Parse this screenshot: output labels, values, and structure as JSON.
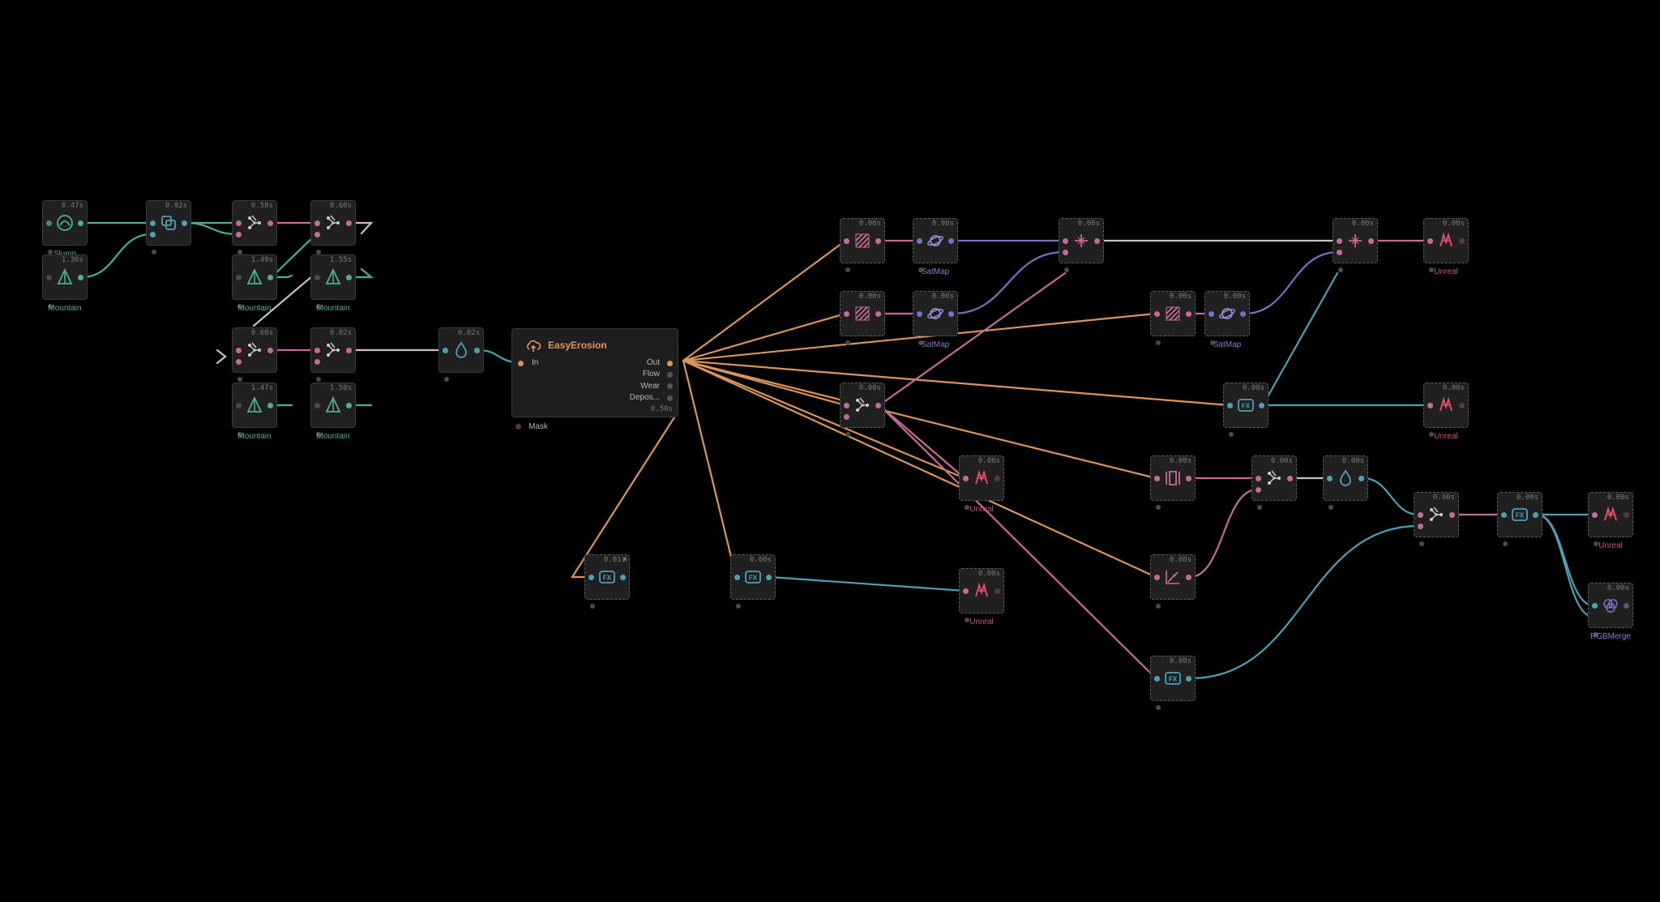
{
  "colors": {
    "background": "#000000",
    "green_wire": "#4fb08a",
    "pink_wire": "#c86a98",
    "orange_wire": "#d9955a",
    "blue_wire": "#4f9fb8",
    "purple_wire": "#7f6fc0",
    "white_wire": "#c9c0c4",
    "label_green": "#4fb08a",
    "label_purple": "#8a7ad0",
    "label_red": "#d0506a",
    "erosion_title": "#d89860"
  },
  "nodes": [
    {
      "id": "n1",
      "type": "slump",
      "icon": "slump-icon",
      "time": "0.47s",
      "label": "Slump",
      "label_color": "green"
    },
    {
      "id": "n2",
      "type": "mountain",
      "icon": "mountain-icon",
      "time": "1.36s",
      "label": "Mountain",
      "label_color": "green"
    },
    {
      "id": "n3",
      "type": "combine",
      "icon": "combine-icon",
      "time": "0.02s",
      "label": ""
    },
    {
      "id": "n4",
      "type": "graph",
      "icon": "graph-icon",
      "time": "0.58s",
      "label": ""
    },
    {
      "id": "n5",
      "type": "graph",
      "icon": "graph-icon",
      "time": "0.60s",
      "label": ""
    },
    {
      "id": "n6",
      "type": "mountain",
      "icon": "mountain-icon",
      "time": "1.49s",
      "label": "Mountain",
      "label_color": "green"
    },
    {
      "id": "n7",
      "type": "mountain",
      "icon": "mountain-icon",
      "time": "1.55s",
      "label": "Mountain",
      "label_color": "green"
    },
    {
      "id": "n8",
      "type": "graph",
      "icon": "graph-icon",
      "time": "0.60s",
      "label": ""
    },
    {
      "id": "n9",
      "type": "graph",
      "icon": "graph-icon",
      "time": "0.02s",
      "label": ""
    },
    {
      "id": "n10",
      "type": "mountain",
      "icon": "mountain-icon",
      "time": "1.47s",
      "label": "Mountain",
      "label_color": "green"
    },
    {
      "id": "n11",
      "type": "mountain",
      "icon": "mountain-icon",
      "time": "1.50s",
      "label": "Mountain",
      "label_color": "green"
    },
    {
      "id": "n12",
      "type": "water",
      "icon": "water-drop-icon",
      "time": "0.02s",
      "label": ""
    },
    {
      "id": "n13",
      "type": "fx",
      "icon": "fx-icon",
      "time": "0.01s",
      "label": ""
    },
    {
      "id": "n14",
      "type": "fx",
      "icon": "fx-icon",
      "time": "0.00s",
      "label": ""
    },
    {
      "id": "n15",
      "type": "texture",
      "icon": "hatch-icon",
      "time": "0.00s",
      "label": ""
    },
    {
      "id": "n16",
      "type": "satmap",
      "icon": "planet-icon",
      "time": "0.00s",
      "label": "SatMap",
      "label_color": "purple"
    },
    {
      "id": "n17",
      "type": "texture",
      "icon": "hatch-icon",
      "time": "0.00s",
      "label": ""
    },
    {
      "id": "n18",
      "type": "satmap",
      "icon": "planet-icon",
      "time": "0.00s",
      "label": "SatMap",
      "label_color": "purple"
    },
    {
      "id": "n19",
      "type": "select",
      "icon": "selector-icon",
      "time": "0.00s",
      "label": ""
    },
    {
      "id": "n20",
      "type": "unreal",
      "icon": "unreal-icon",
      "time": "0.00s",
      "label": "Unreal",
      "label_color": "red"
    },
    {
      "id": "n21",
      "type": "unreal",
      "icon": "unreal-icon",
      "time": "0.00s",
      "label": "Unreal",
      "label_color": "red"
    },
    {
      "id": "n22",
      "type": "graph",
      "icon": "graph-icon",
      "time": "0.00s",
      "label": ""
    },
    {
      "id": "n23",
      "type": "graph",
      "icon": "graph-icon",
      "time": "0.00s",
      "label": ""
    },
    {
      "id": "n24",
      "type": "unreal",
      "icon": "unreal-icon",
      "time": "0.00s",
      "label": "Unreal",
      "label_color": "red"
    },
    {
      "id": "n25",
      "type": "texture",
      "icon": "hatch-icon",
      "time": "0.00s",
      "label": ""
    },
    {
      "id": "n26",
      "type": "satmap",
      "icon": "planet-icon",
      "time": "0.00s",
      "label": "SatMap",
      "label_color": "purple"
    },
    {
      "id": "n27",
      "type": "select",
      "icon": "selector-icon",
      "time": "0.00s",
      "label": ""
    },
    {
      "id": "n28",
      "type": "fx",
      "icon": "fx-icon",
      "time": "0.00s",
      "label": ""
    },
    {
      "id": "n29",
      "type": "unreal",
      "icon": "unreal-icon",
      "time": "0.00s",
      "label": "Unreal",
      "label_color": "red"
    },
    {
      "id": "n30",
      "type": "clamp",
      "icon": "clamp-icon",
      "time": "0.00s",
      "label": ""
    },
    {
      "id": "n31",
      "type": "graph",
      "icon": "graph-icon",
      "time": "0.00s",
      "label": ""
    },
    {
      "id": "n32",
      "type": "water",
      "icon": "water-drop-icon",
      "time": "0.00s",
      "label": ""
    },
    {
      "id": "n33",
      "type": "curve",
      "icon": "curve-icon",
      "time": "0.00s",
      "label": ""
    },
    {
      "id": "n34",
      "type": "fx",
      "icon": "fx-icon",
      "time": "0.00s",
      "label": ""
    },
    {
      "id": "n35",
      "type": "graph",
      "icon": "graph-icon",
      "time": "0.00s",
      "label": ""
    },
    {
      "id": "n36",
      "type": "fx",
      "icon": "fx-icon",
      "time": "0.00s",
      "label": ""
    },
    {
      "id": "n37",
      "type": "unreal",
      "icon": "unreal-icon",
      "time": "0.00s",
      "label": "Unreal",
      "label_color": "red"
    },
    {
      "id": "n38",
      "type": "rgbmerge",
      "icon": "rgb-merge-icon",
      "time": "0.00s",
      "label": "RGBMerge",
      "label_color": "purple"
    }
  ],
  "erosion": {
    "title": "EasyErosion",
    "input_label": "In",
    "outputs": [
      "Out",
      "Flow",
      "Wear",
      "Depos..."
    ],
    "time": "0.50s",
    "mask_label": "Mask"
  }
}
